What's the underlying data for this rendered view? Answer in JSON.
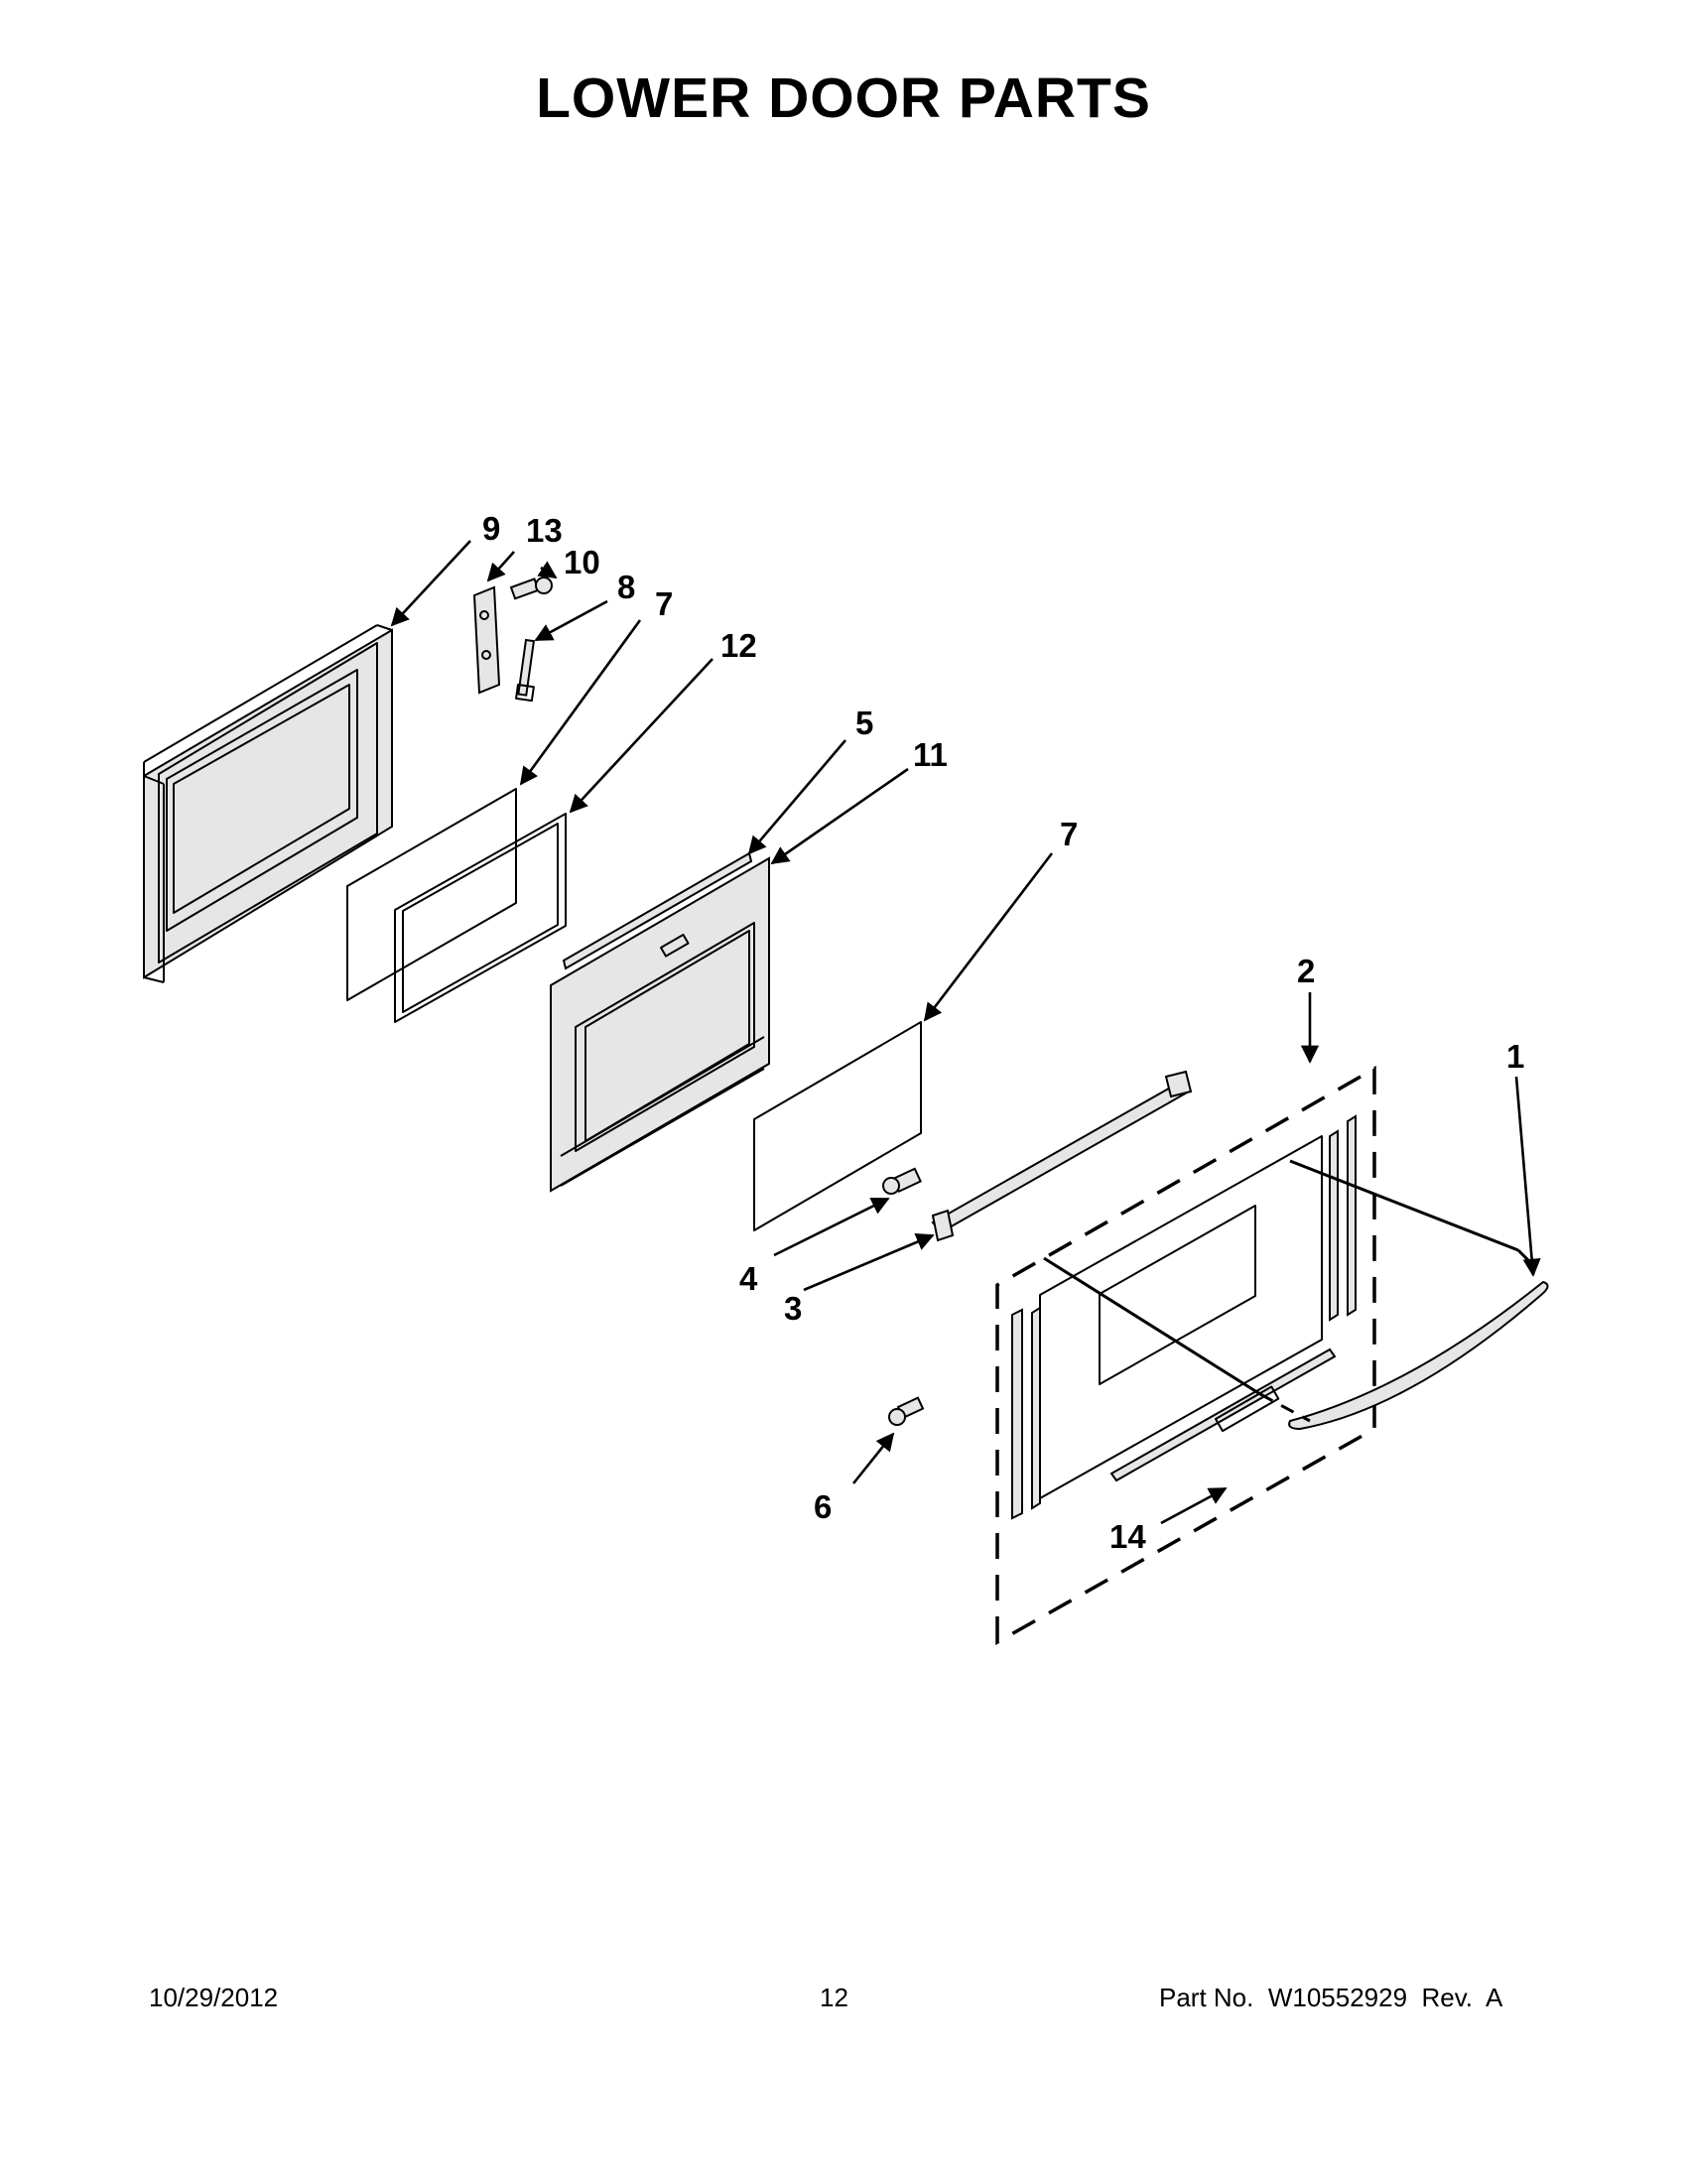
{
  "title": "LOWER DOOR PARTS",
  "footer": {
    "date": "10/29/2012",
    "page": "12",
    "part_label": "Part No.  W10552929  Rev.  A"
  },
  "callouts": {
    "c1": "1",
    "c2": "2",
    "c3": "3",
    "c4": "4",
    "c5": "5",
    "c6": "6",
    "c7a": "7",
    "c7b": "7",
    "c8": "8",
    "c9": "9",
    "c10": "10",
    "c11": "11",
    "c12": "12",
    "c13": "13",
    "c14": "14"
  }
}
